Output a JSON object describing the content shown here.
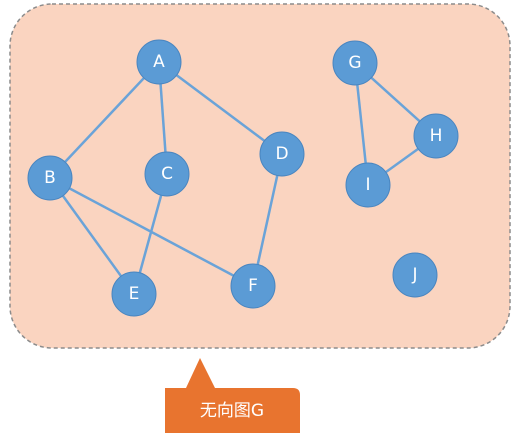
{
  "graph": {
    "nodes": [
      {
        "id": "A",
        "label": "A"
      },
      {
        "id": "B",
        "label": "B"
      },
      {
        "id": "C",
        "label": "C"
      },
      {
        "id": "D",
        "label": "D"
      },
      {
        "id": "E",
        "label": "E"
      },
      {
        "id": "F",
        "label": "F"
      },
      {
        "id": "G",
        "label": "G"
      },
      {
        "id": "H",
        "label": "H"
      },
      {
        "id": "I",
        "label": "I"
      },
      {
        "id": "J",
        "label": "J"
      }
    ],
    "edges": [
      [
        "A",
        "B"
      ],
      [
        "A",
        "C"
      ],
      [
        "A",
        "D"
      ],
      [
        "B",
        "E"
      ],
      [
        "B",
        "F"
      ],
      [
        "C",
        "E"
      ],
      [
        "D",
        "F"
      ],
      [
        "G",
        "H"
      ],
      [
        "G",
        "I"
      ],
      [
        "H",
        "I"
      ]
    ]
  },
  "callout": {
    "label": "无向图G"
  },
  "colors": {
    "panel_fill": "#fad4c0",
    "panel_border": "#8c8c8c",
    "node_fill": "#5b9bd5",
    "node_stroke": "#4a86c0",
    "edge": "#6aa3d8",
    "callout_fill": "#e8742f"
  }
}
